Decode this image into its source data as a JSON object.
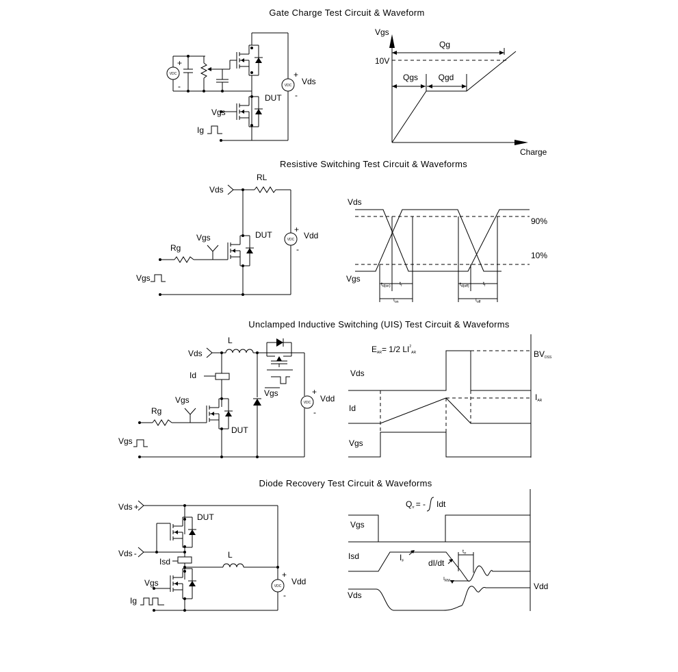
{
  "section1": {
    "title": "Gate Charge Test Circuit & Waveform",
    "circuit": {
      "vdc_left": "VDC",
      "plus": "+",
      "minus": "-",
      "vdc_right": "VDC",
      "vds": "Vds",
      "dut": "DUT",
      "vgs": "Vgs",
      "ig": "Ig"
    },
    "waveform": {
      "y_label": "Vgs",
      "x_label": "Charge",
      "level": "10V",
      "qg": "Qg",
      "qgs": "Qgs",
      "qgd": "Qgd"
    }
  },
  "section2": {
    "title": "Resistive Switching Test Circuit & Waveforms",
    "circuit": {
      "vds": "Vds",
      "rl": "RL",
      "dut": "DUT",
      "vgs": "Vgs",
      "rg": "Rg",
      "vdd": "Vdd",
      "vdc": "VDC",
      "vgs_pulse": "Vgs",
      "plus": "+",
      "minus": "-"
    },
    "waveform": {
      "vds": "Vds",
      "vgs": "Vgs",
      "p90": "90%",
      "p10": "10%",
      "t": "t",
      "don": "d(on)",
      "r": "r",
      "on": "on",
      "doff": "d(off)",
      "f": "f",
      "off": "off"
    }
  },
  "section3": {
    "title": "Unclamped Inductive Switching (UIS) Test Circuit & Waveforms",
    "circuit": {
      "vds": "Vds",
      "l": "L",
      "id": "Id",
      "vgs": "Vgs",
      "rg": "Rg",
      "dut": "DUT",
      "vgs_bar": "Vgs",
      "vdd": "Vdd",
      "vdc": "VDC",
      "vgs_pulse": "Vgs",
      "plus": "+",
      "minus": "-"
    },
    "waveform": {
      "e": "E",
      "ar": "AR",
      "eq": "= 1/2 LI",
      "sq": "2",
      "vds": "Vds",
      "id": "Id",
      "vgs": "Vgs",
      "bv": "BV",
      "dss": "DSS",
      "i": "I",
      "iar": "AR"
    }
  },
  "section4": {
    "title": "Diode Recovery Test Circuit & Waveforms",
    "circuit": {
      "vds_plus": "Vds",
      "vds_minus": "Vds",
      "dut": "DUT",
      "isd": "Isd",
      "l": "L",
      "vgs": "Vgs",
      "ig": "Ig",
      "vdd": "Vdd",
      "vdc": "VDC",
      "plus": "+",
      "minus": "-"
    },
    "waveform": {
      "q": "Q",
      "rr": "rr",
      "eq": "= -",
      "idt": "Idt",
      "vgs": "Vgs",
      "isd": "Isd",
      "vds": "Vds",
      "if": "I",
      "f": "F",
      "didt": "dI/dt",
      "trr": "t",
      "trr_sub": "rr",
      "irm": "I",
      "rm": "RM",
      "vdd": "Vdd"
    }
  }
}
